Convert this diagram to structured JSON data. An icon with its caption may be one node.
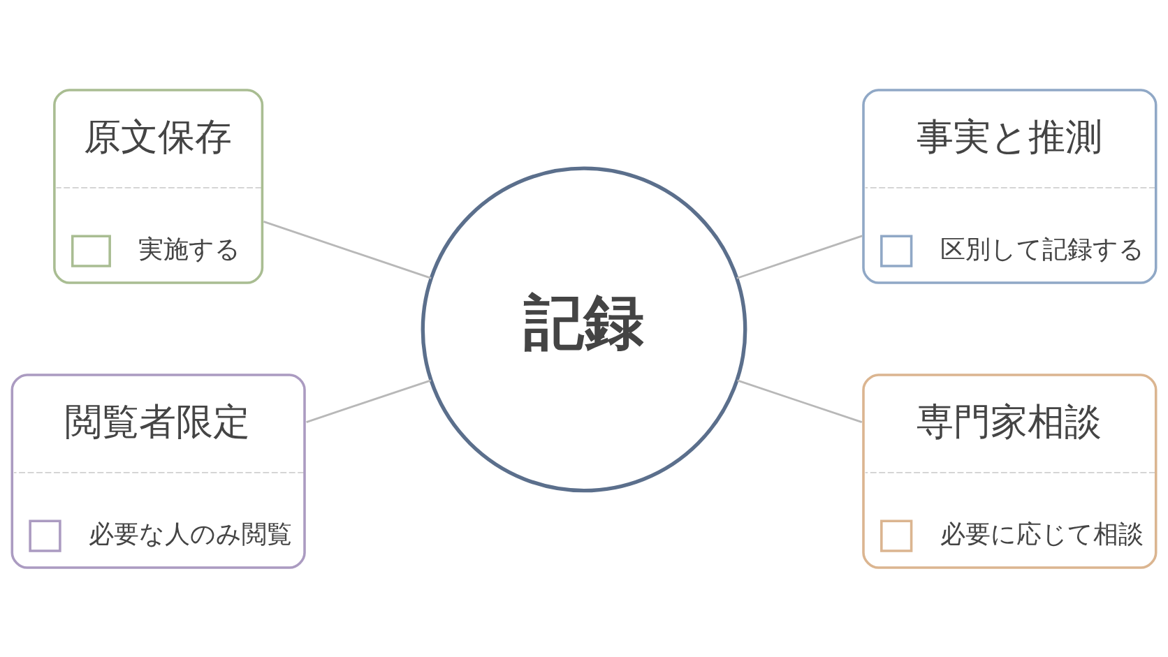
{
  "diagram": {
    "nodes": [
      {
        "text": [
          "原文保存",
          "実施する"
        ]
      },
      {
        "text": [
          "事実と推測",
          "区別して記録する"
        ]
      },
      {
        "text": [
          "記録"
        ]
      },
      {
        "text": [
          "閲覧者限定",
          "必要な人のみ閲覧"
        ]
      },
      {
        "text": [
          "専門家相談",
          "必要に応じて相談"
        ]
      }
    ],
    "edges": [
      {
        "from": 0,
        "to": 2,
        "arrow": "none"
      },
      {
        "from": 2,
        "to": 1,
        "arrow": "none"
      },
      {
        "from": 3,
        "to": 2,
        "arrow": "none"
      },
      {
        "from": 2,
        "to": 4,
        "arrow": "none"
      }
    ]
  }
}
